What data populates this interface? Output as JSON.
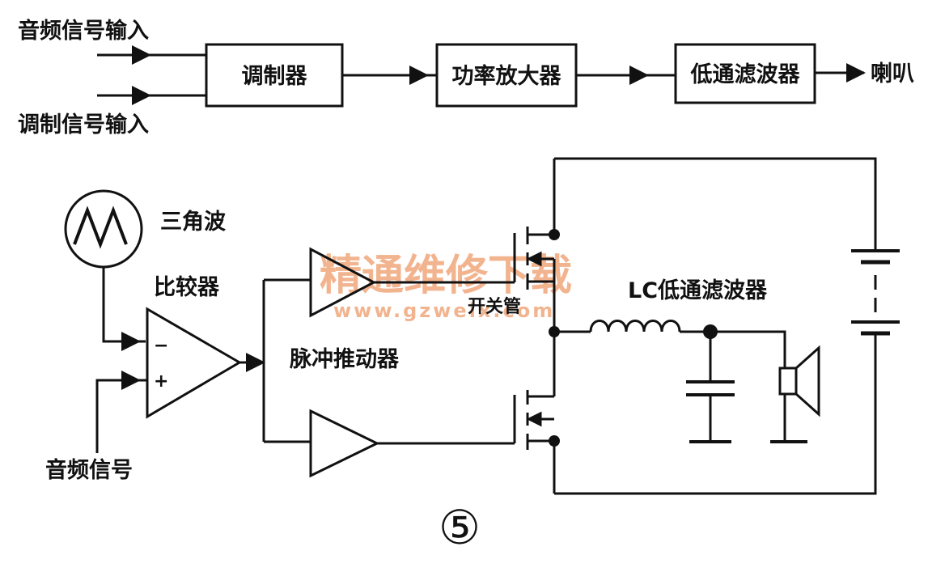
{
  "colors": {
    "ink": "#111111",
    "watermark": "#f2b48f",
    "background": "#ffffff"
  },
  "block_diagram": {
    "input_audio": "音频信号输入",
    "input_modulation": "调制信号输入",
    "modulator": "调制器",
    "power_amp": "功率放大器",
    "lowpass": "低通滤波器",
    "speaker": "喇叭"
  },
  "circuit": {
    "triangle_wave": "三角波",
    "comparator": "比较器",
    "minus_sign": "−",
    "plus_sign": "+",
    "audio_signal": "音频信号",
    "pulse_driver": "脉冲推动器",
    "switch_tube": "开关管",
    "lc_filter": "LC低通滤波器"
  },
  "figure_number": "⑤",
  "watermark": {
    "text": "精通维修下载",
    "url": "www.gzweix.com"
  }
}
